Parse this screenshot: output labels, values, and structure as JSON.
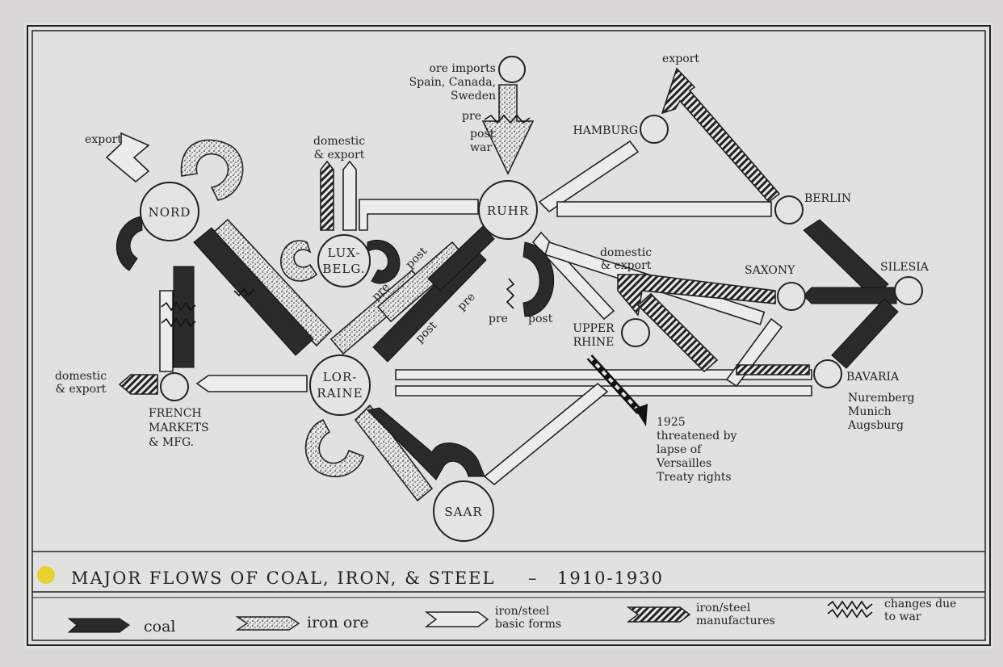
{
  "title": "MAJOR FLOWS OF COAL, IRON, & STEEL",
  "dash": "–",
  "years": "1910-1930",
  "nodes": {
    "nord": "NORD",
    "lux": [
      "LUX-",
      "BELG."
    ],
    "ruhr": "RUHR",
    "lorraine": [
      "LOR-",
      "RAINE"
    ],
    "saar": "SAAR",
    "french": [
      "FRENCH",
      "MARKETS",
      "& MFG."
    ],
    "hamburg": "HAMBURG",
    "berlin": "BERLIN",
    "saxony": "SAXONY",
    "silesia": "SILESIA",
    "upper_rhine": [
      "UPPER",
      "RHINE"
    ],
    "bavaria": "BAVARIA",
    "bavaria_cities": [
      "Nuremberg",
      "Munich",
      "Augsburg"
    ]
  },
  "labels": {
    "export_nord": "export",
    "export_east": "export",
    "domestic_lux": [
      "domestic",
      "& export"
    ],
    "domestic_french": [
      "domestic",
      "& export"
    ],
    "domestic_saxony": [
      "domestic",
      "& export"
    ],
    "ore_imports": [
      "ore imports",
      "Spain, Canada,",
      "Sweden"
    ],
    "pre": "pre",
    "post": "post",
    "war": "war",
    "note_1925": [
      "1925",
      "threatened by",
      "lapse of",
      "Versailles",
      "Treaty rights"
    ]
  },
  "legend": {
    "coal": "coal",
    "iron_ore": "iron ore",
    "basic_forms": [
      "iron/steel",
      "basic forms"
    ],
    "manufactures": [
      "iron/steel",
      "manufactures"
    ],
    "changes": [
      "changes due",
      "to war"
    ]
  },
  "colors": {
    "coal": "#2a2a2a",
    "paper": "#e4e4e2",
    "ink": "#222222"
  }
}
